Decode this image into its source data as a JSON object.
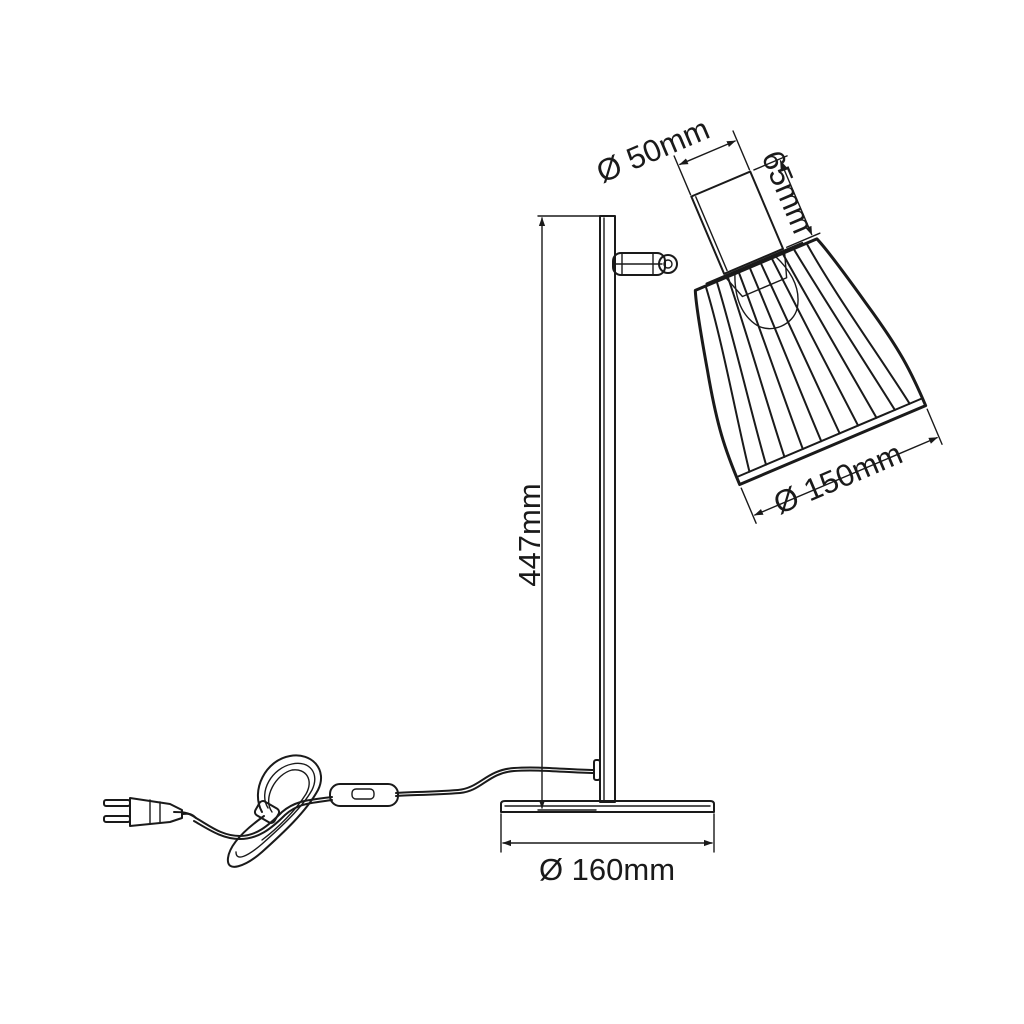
{
  "dimensions": {
    "cup_diameter": "Ø 50mm",
    "cup_height": "65mm",
    "total_height": "447mm",
    "shade_diameter": "Ø 150mm",
    "base_diameter": "Ø 160mm"
  },
  "colors": {
    "line": "#1a1a1a",
    "background": "#ffffff"
  }
}
